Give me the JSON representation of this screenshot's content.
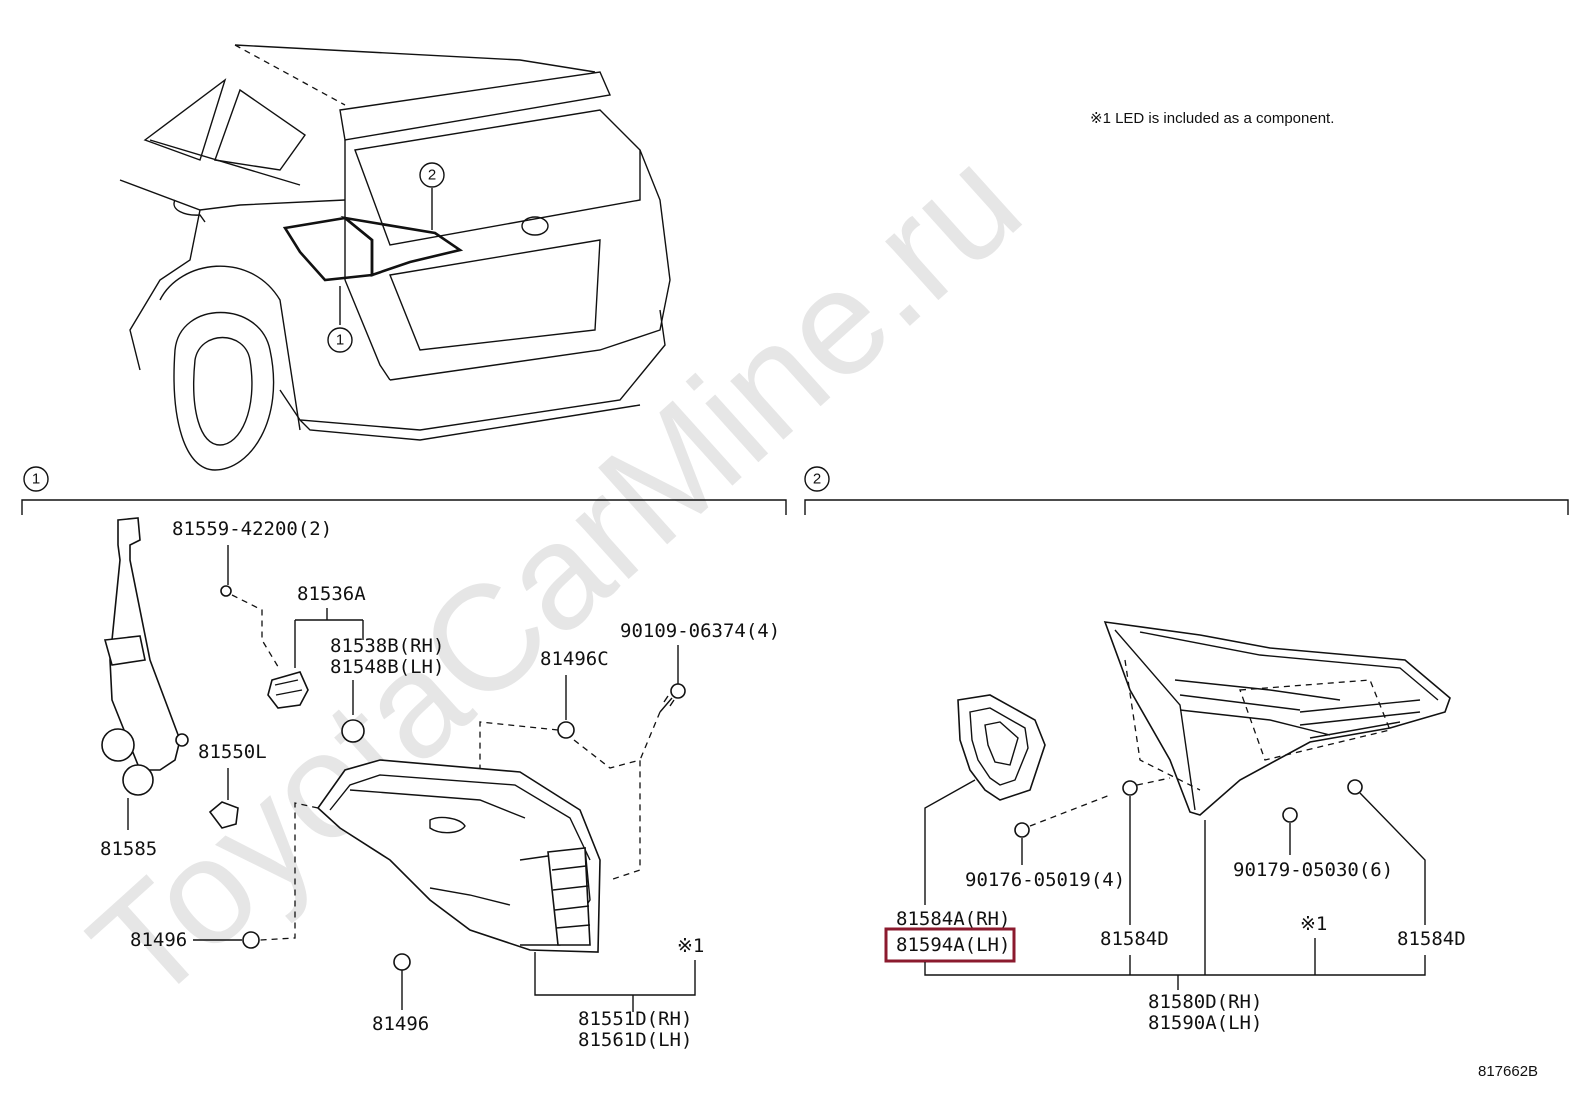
{
  "watermark": "ToyotaCarMine.ru",
  "note": "※1 LED is included as a component.",
  "diagram_code": "817662B",
  "overview": {
    "callout_1": "1",
    "callout_2": "2"
  },
  "section_1": {
    "marker": "1",
    "labels": {
      "p81559": "81559-42200(2)",
      "p81536a": "81536A",
      "p81538b": "81538B(RH)",
      "p81548b": "81548B(LH)",
      "p90109": "90109-06374(4)",
      "p81496c": "81496C",
      "p81550l": "81550L",
      "p81585": "81585",
      "p81496_left": "81496",
      "p81496_bottom": "81496",
      "p81551d": "81551D(RH)",
      "p81561d": "81561D(LH)",
      "note_ref": "※1"
    }
  },
  "section_2": {
    "marker": "2",
    "labels": {
      "p81584a": "81584A(RH)",
      "p81594a": "81594A(LH)",
      "p90176": "90176-05019(4)",
      "p81584d_left": "81584D",
      "p90179": "90179-05030(6)",
      "note_ref": "※1",
      "p81584d_right": "81584D",
      "p81580d": "81580D(RH)",
      "p81590a": "81590A(LH)"
    }
  },
  "highlighted_part": "81594A(LH)",
  "colors": {
    "line": "#111111",
    "highlight": "#8b1a2e",
    "watermark": "#e6e6e6"
  }
}
